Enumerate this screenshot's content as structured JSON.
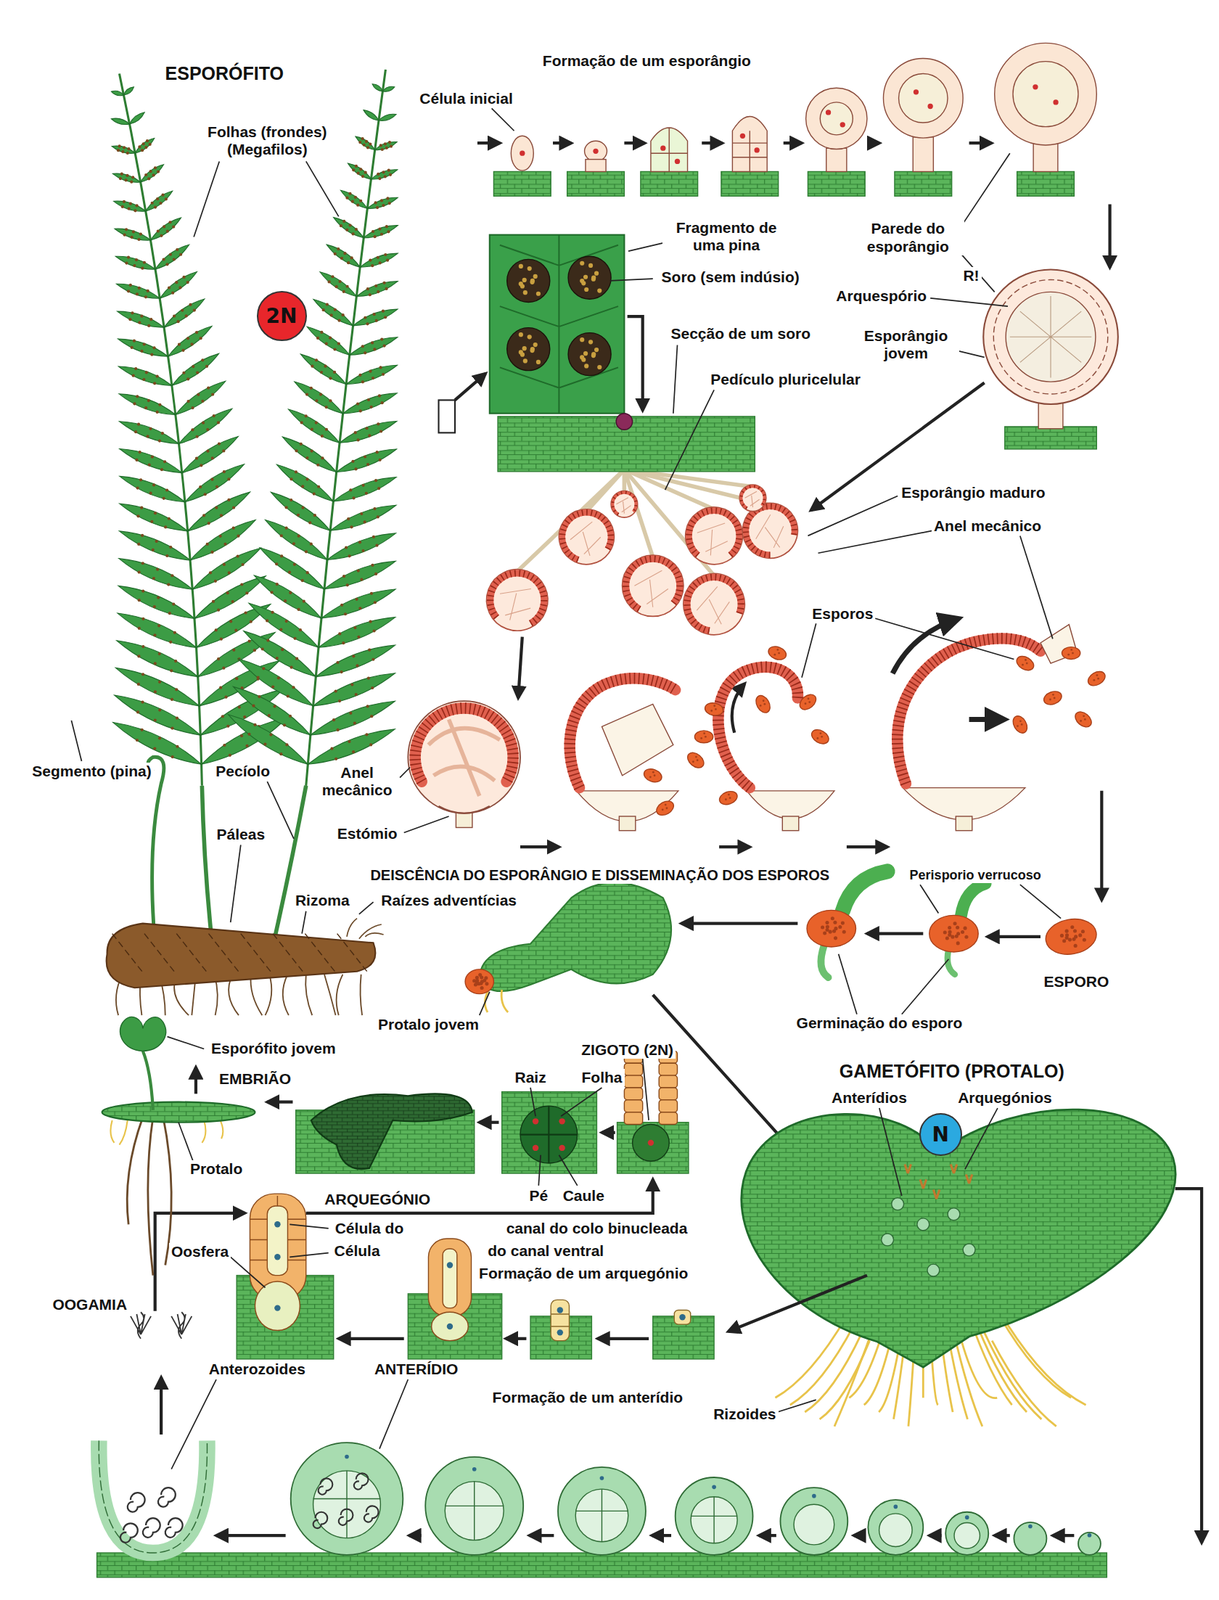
{
  "diagram": {
    "nodes": [
      {
        "text": [
          "2N"
        ]
      },
      {
        "text": [
          "N"
        ]
      }
    ],
    "labels": [
      "ESPORÓFITO",
      "Formação de um esporângio",
      "Célula inicial",
      "Folhas (frondes) (Megafilos)",
      "Fragmento de uma pina",
      "Parede do esporângio",
      "Soro (sem indúsio)",
      "R!",
      "Arquespório",
      "Esporângio jovem",
      "Secção de um soro",
      "Pedículo pluricelular",
      "Esporângio maduro",
      "Anel mecânico",
      "Esporos",
      "Segmento (pina)",
      "Pecíolo",
      "Anel mecânico",
      "Páleas",
      "Estómio",
      "DEISCÊNCIA DO ESPORÂNGIO E DISSEMINAÇÃO DOS ESPOROS",
      "Perisporio verrucoso",
      "Rizoma",
      "Raízes adventícias",
      "ESPORO",
      "Germinação do esporo",
      "Protalo jovem",
      "ZIGOTO (2N)",
      "Esporófito jovem",
      "Raiz",
      "Folha",
      "GAMETÓFITO (PROTALO)",
      "EMBRIÃO",
      "Anterídios",
      "Arquegónios",
      "Pé",
      "Caule",
      "Protalo",
      "ARQUEGÓNIO",
      "Célula do",
      "canal do colo binucleada",
      "Oosfera",
      "Célula",
      "do canal ventral",
      "Formação de um arquegónio",
      "OOGAMIA",
      "Anterozoides",
      "ANTERÍDIO",
      "Formação de um anterídio",
      "Rizoides"
    ]
  }
}
